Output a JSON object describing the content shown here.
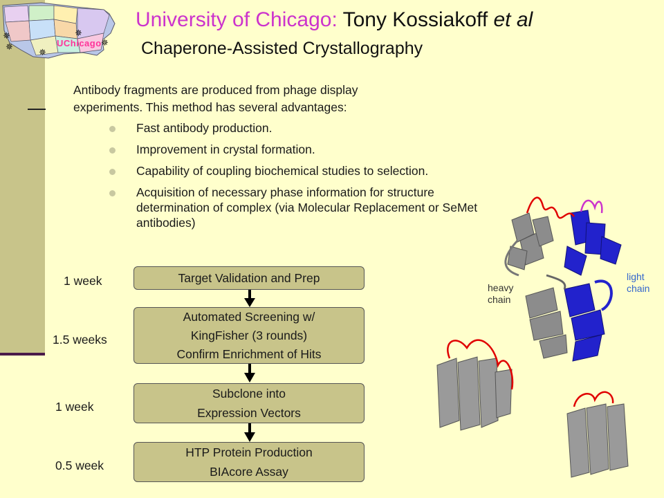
{
  "logo": {
    "text": "UChicago"
  },
  "header": {
    "institution": "University of Chicago:",
    "authors": "Tony Kossiakoff",
    "etal": "et al",
    "subtitle": "Chaperone-Assisted Crystallography"
  },
  "intro": {
    "line1": "Antibody fragments are produced from phage display",
    "line2": "experiments. This method has several advantages:"
  },
  "bullets": [
    {
      "text": "Fast antibody production."
    },
    {
      "text": "Improvement in crystal formation."
    },
    {
      "text": "Capability of coupling biochemical studies to selection."
    },
    {
      "text": "Acquisition of necessary phase information for structure determination of complex (via Molecular Replacement or SeMet antibodies)"
    }
  ],
  "workflow": [
    {
      "lines": [
        "Target Validation and Prep"
      ],
      "duration": "1 week"
    },
    {
      "lines": [
        "Automated Screening w/",
        "KingFisher (3 rounds)",
        "Confirm Enrichment of Hits"
      ],
      "duration": "1.5 weeks"
    },
    {
      "lines": [
        "Subclone into",
        "Expression Vectors"
      ],
      "duration": "1 week"
    },
    {
      "lines": [
        "HTP Protein Production",
        "BIAcore Assay"
      ],
      "duration": "0.5 week"
    }
  ],
  "figure": {
    "heavy_label_1": "heavy",
    "heavy_label_2": "chain",
    "light_label_1": "light",
    "light_label_2": "chain"
  },
  "colors": {
    "background": "#ffffcc",
    "band": "#c8c48a",
    "title_accent": "#cc33cc",
    "heavy_chain": "#8c8c8c",
    "light_chain": "#2222cc",
    "loops": "#e00000"
  }
}
